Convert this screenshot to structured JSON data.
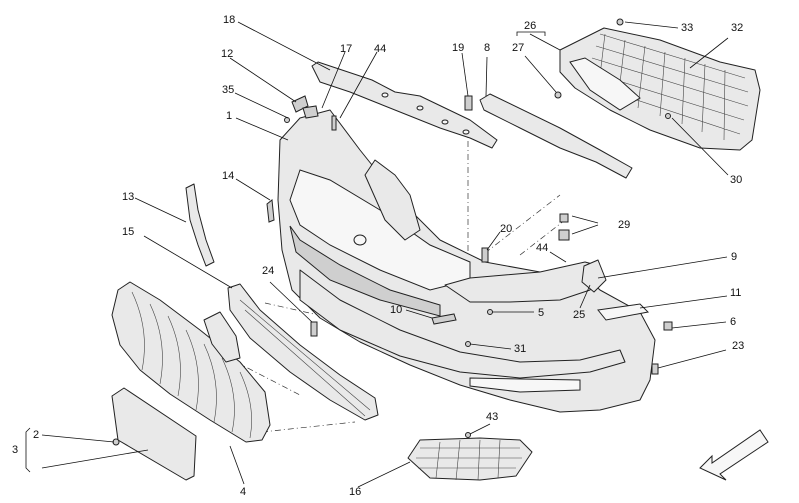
{
  "diagram": {
    "callouts": [
      {
        "id": "c18",
        "label": "18"
      },
      {
        "id": "c26",
        "label": "26"
      },
      {
        "id": "c33",
        "label": "33"
      },
      {
        "id": "c32",
        "label": "32"
      },
      {
        "id": "c12",
        "label": "12"
      },
      {
        "id": "c17",
        "label": "17"
      },
      {
        "id": "c44a",
        "label": "44"
      },
      {
        "id": "c19",
        "label": "19"
      },
      {
        "id": "c8",
        "label": "8"
      },
      {
        "id": "c27",
        "label": "27"
      },
      {
        "id": "c35",
        "label": "35"
      },
      {
        "id": "c1",
        "label": "1"
      },
      {
        "id": "c30",
        "label": "30"
      },
      {
        "id": "c14",
        "label": "14"
      },
      {
        "id": "c13",
        "label": "13"
      },
      {
        "id": "c29",
        "label": "29"
      },
      {
        "id": "c20",
        "label": "20"
      },
      {
        "id": "c15",
        "label": "15"
      },
      {
        "id": "c44b",
        "label": "44"
      },
      {
        "id": "c9",
        "label": "9"
      },
      {
        "id": "c24",
        "label": "24"
      },
      {
        "id": "c11",
        "label": "11"
      },
      {
        "id": "c10",
        "label": "10"
      },
      {
        "id": "c5",
        "label": "5"
      },
      {
        "id": "c25",
        "label": "25"
      },
      {
        "id": "c6",
        "label": "6"
      },
      {
        "id": "c31",
        "label": "31"
      },
      {
        "id": "c23",
        "label": "23"
      },
      {
        "id": "c2",
        "label": "2"
      },
      {
        "id": "c3",
        "label": "3"
      },
      {
        "id": "c43",
        "label": "43"
      },
      {
        "id": "c4",
        "label": "4"
      },
      {
        "id": "c16",
        "label": "16"
      }
    ]
  }
}
